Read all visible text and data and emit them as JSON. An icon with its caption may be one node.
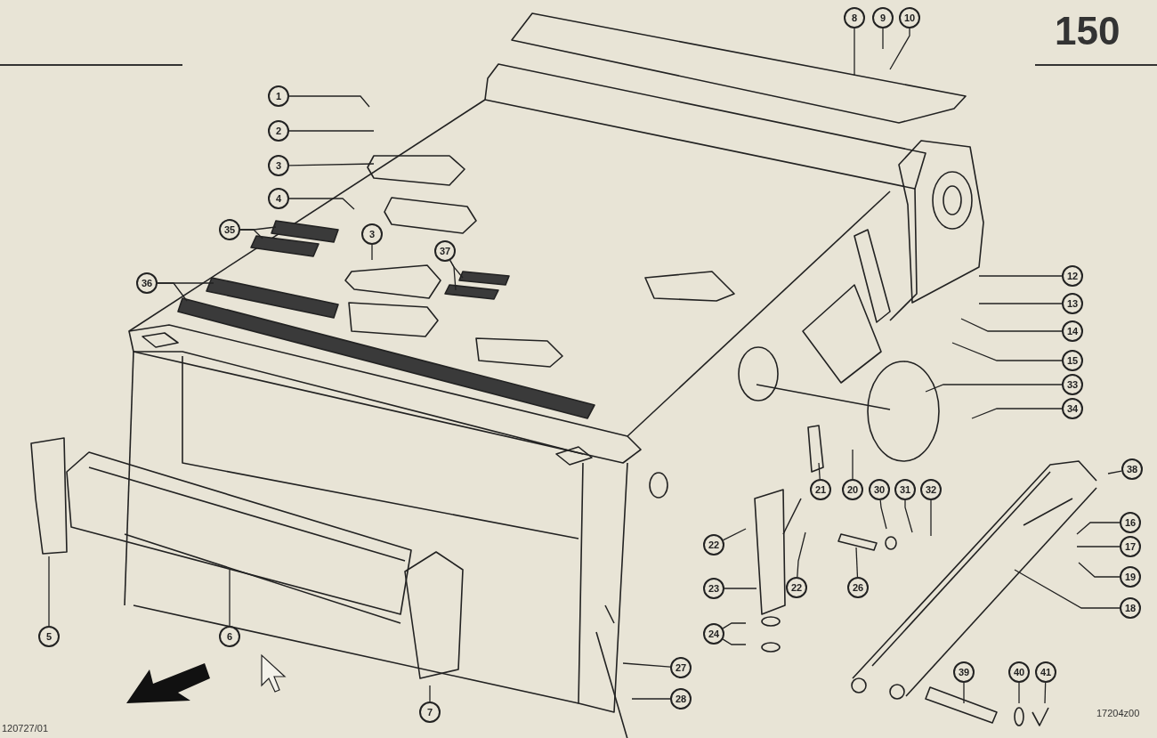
{
  "diagram": {
    "nodes": [
      {
        "text": [
          "1"
        ]
      },
      {
        "text": [
          "2"
        ]
      },
      {
        "text": [
          "3"
        ]
      },
      {
        "text": [
          "4"
        ]
      },
      {
        "text": [
          "35"
        ]
      },
      {
        "text": [
          "36"
        ]
      },
      {
        "text": [
          "3"
        ]
      },
      {
        "text": [
          "37"
        ]
      },
      {
        "text": [
          "8"
        ]
      },
      {
        "text": [
          "9"
        ]
      },
      {
        "text": [
          "10"
        ]
      },
      {
        "text": [
          "12"
        ]
      },
      {
        "text": [
          "13"
        ]
      },
      {
        "text": [
          "14"
        ]
      },
      {
        "text": [
          "15"
        ]
      },
      {
        "text": [
          "33"
        ]
      },
      {
        "text": [
          "34"
        ]
      },
      {
        "text": [
          "21"
        ]
      },
      {
        "text": [
          "20"
        ]
      },
      {
        "text": [
          "30"
        ]
      },
      {
        "text": [
          "31"
        ]
      },
      {
        "text": [
          "32"
        ]
      },
      {
        "text": [
          "38"
        ]
      },
      {
        "text": [
          "16"
        ]
      },
      {
        "text": [
          "17"
        ]
      },
      {
        "text": [
          "19"
        ]
      },
      {
        "text": [
          "18"
        ]
      },
      {
        "text": [
          "22"
        ]
      },
      {
        "text": [
          "23"
        ]
      },
      {
        "text": [
          "22"
        ]
      },
      {
        "text": [
          "26"
        ]
      },
      {
        "text": [
          "24"
        ]
      },
      {
        "text": [
          "27"
        ]
      },
      {
        "text": [
          "28"
        ]
      },
      {
        "text": [
          "5"
        ]
      },
      {
        "text": [
          "6"
        ]
      },
      {
        "text": [
          "7"
        ]
      },
      {
        "text": [
          "39"
        ]
      },
      {
        "text": [
          "40"
        ]
      },
      {
        "text": [
          "41"
        ]
      }
    ],
    "edges": [
      {
        "from": 0,
        "to": null,
        "arrow": "none"
      },
      {
        "from": 1,
        "to": null,
        "arrow": "none"
      },
      {
        "from": 2,
        "to": null,
        "arrow": "none"
      },
      {
        "from": 3,
        "to": null,
        "arrow": "none"
      },
      {
        "from": 4,
        "to": null,
        "arrow": "none"
      },
      {
        "from": 4,
        "to": null,
        "arrow": "none"
      },
      {
        "from": 5,
        "to": null,
        "arrow": "none"
      },
      {
        "from": 5,
        "to": null,
        "arrow": "none"
      },
      {
        "from": 6,
        "to": null,
        "arrow": "none"
      },
      {
        "from": 7,
        "to": null,
        "arrow": "none"
      },
      {
        "from": 7,
        "to": null,
        "arrow": "none"
      },
      {
        "from": 8,
        "to": null,
        "arrow": "none"
      },
      {
        "from": 9,
        "to": null,
        "arrow": "none"
      },
      {
        "from": 10,
        "to": null,
        "arrow": "none"
      },
      {
        "from": 11,
        "to": null,
        "arrow": "none"
      },
      {
        "from": 12,
        "to": null,
        "arrow": "none"
      },
      {
        "from": 13,
        "to": null,
        "arrow": "none"
      },
      {
        "from": 14,
        "to": null,
        "arrow": "none"
      },
      {
        "from": 15,
        "to": null,
        "arrow": "none"
      },
      {
        "from": 16,
        "to": null,
        "arrow": "none"
      },
      {
        "from": 17,
        "to": null,
        "arrow": "none"
      },
      {
        "from": 18,
        "to": null,
        "arrow": "none"
      },
      {
        "from": 19,
        "to": null,
        "arrow": "none"
      },
      {
        "from": 20,
        "to": null,
        "arrow": "none"
      },
      {
        "from": 21,
        "to": null,
        "arrow": "none"
      },
      {
        "from": 22,
        "to": null,
        "arrow": "none"
      },
      {
        "from": 23,
        "to": null,
        "arrow": "none"
      },
      {
        "from": 24,
        "to": null,
        "arrow": "none"
      },
      {
        "from": 25,
        "to": null,
        "arrow": "none"
      },
      {
        "from": 26,
        "to": null,
        "arrow": "none"
      },
      {
        "from": 27,
        "to": null,
        "arrow": "none"
      },
      {
        "from": 28,
        "to": null,
        "arrow": "none"
      },
      {
        "from": 29,
        "to": null,
        "arrow": "none"
      },
      {
        "from": 30,
        "to": null,
        "arrow": "none"
      },
      {
        "from": 31,
        "to": null,
        "arrow": "none"
      },
      {
        "from": 31,
        "to": null,
        "arrow": "none"
      },
      {
        "from": 32,
        "to": null,
        "arrow": "none"
      },
      {
        "from": 33,
        "to": null,
        "arrow": "none"
      },
      {
        "from": 34,
        "to": null,
        "arrow": "none"
      },
      {
        "from": 35,
        "to": null,
        "arrow": "none"
      },
      {
        "from": 36,
        "to": null,
        "arrow": "none"
      },
      {
        "from": 37,
        "to": null,
        "arrow": "none"
      },
      {
        "from": 38,
        "to": null,
        "arrow": "none"
      },
      {
        "from": 39,
        "to": null,
        "arrow": "none"
      }
    ],
    "labels": [
      "150",
      "120727/01",
      "17204z00"
    ]
  }
}
